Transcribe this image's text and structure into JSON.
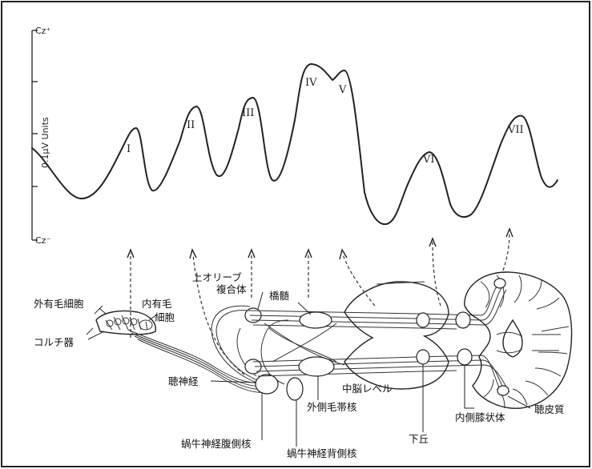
{
  "axis": {
    "top_label": "Cz⁺",
    "bottom_label": "Cz⁻",
    "unit_label": "0.1μV Units"
  },
  "waves": [
    {
      "label": "I"
    },
    {
      "label": "II"
    },
    {
      "label": "III"
    },
    {
      "label": "IV"
    },
    {
      "label": "V"
    },
    {
      "label": "VI"
    },
    {
      "label": "VII"
    }
  ],
  "labels": {
    "outer_hair_cells": "外有毛細胞",
    "inner_hair_cells_1": "内有毛",
    "inner_hair_cells_2": "細胞",
    "organ_of_corti": "コルチ器",
    "superior_olive_1": "上オリーブ",
    "superior_olive_2": "複合体",
    "pons": "橋髄",
    "auditory_nerve": "聴神経",
    "midbrain_level": "中脳レベル",
    "lateral_lemniscus": "外側毛帯核",
    "inferior_colliculus": "下丘",
    "medial_geniculate": "内側膝状体",
    "auditory_cortex": "聴皮質",
    "ventral_cochlear": "蝸牛神経腹側核",
    "dorsal_cochlear": "蝸牛神経背側核"
  }
}
